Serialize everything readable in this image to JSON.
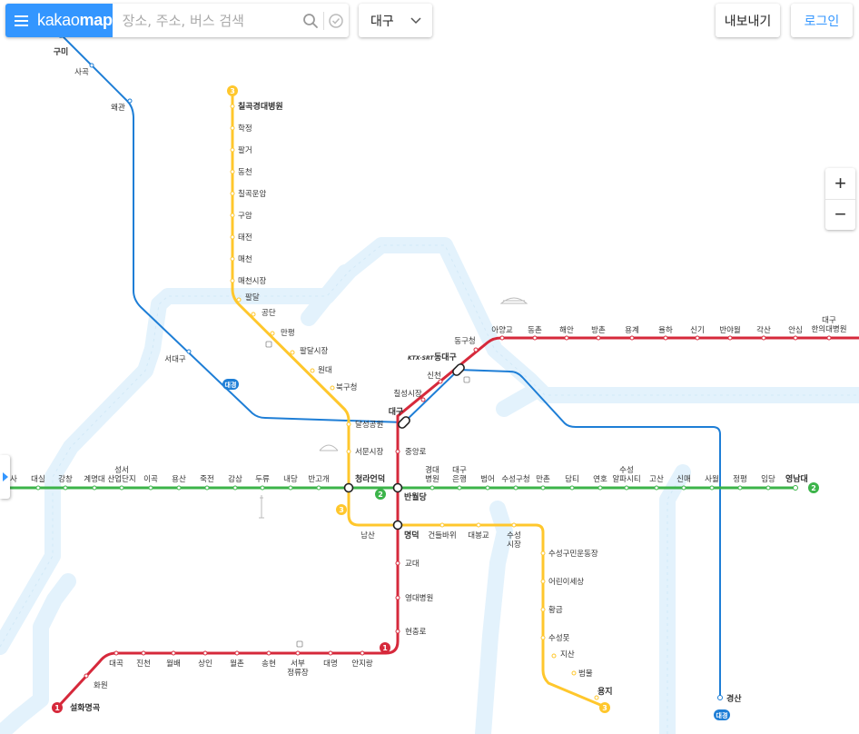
{
  "app": {
    "logo_light": "kakao",
    "logo_bold": "map",
    "search_placeholder": "장소, 주소, 버스 검색",
    "region": "대구",
    "export_label": "내보내기",
    "login_label": "로그인",
    "zoom_in": "+",
    "zoom_out": "−"
  },
  "colors": {
    "brand": "#3396ff",
    "line1": "#d6293b",
    "line2": "#3cb44a",
    "line3": "#ffc72c",
    "daegyeong": "#1e7ed6",
    "water": "#e1f1fb"
  },
  "line_badges": {
    "line1_start": "1",
    "line1_mid": "1",
    "line2_end": "2",
    "line2_mid": "2",
    "line3_start": "3",
    "line3_mid": "3",
    "line3_end": "3",
    "daegyeong_badge": "대경",
    "daegyeong_mid": "대경"
  },
  "stations": {
    "gumi": "구미",
    "sagok": "사곡",
    "waegwan": "왜관",
    "seodaegu": "서대구",
    "chilgok": "칠곡경대병원",
    "hakjeong": "학정",
    "palgeo": "팔거",
    "dongcheon": "동천",
    "chilgokunam": "칠곡운암",
    "guam": "구암",
    "taejeon": "태전",
    "maecheon": "매천",
    "maecheonsijang": "매천시장",
    "paldal": "팔달",
    "gongdan": "공단",
    "manpyeong": "만평",
    "paldalsijang": "팔달시장",
    "wondae": "원대",
    "bukgucheong": "북구청",
    "dalseong": "달성공원",
    "seomun": "서문시장",
    "namsan": "남산",
    "dongdaegu": "동대구",
    "dongdaegu_ktx": "KTX·SRT",
    "shincheon": "신천",
    "chilseong": "칠성시장",
    "daegu": "대구",
    "jungangno": "중앙로",
    "banwoldang": "반월당",
    "cheongna": "청라언덕",
    "myeongdeok": "명덕",
    "gyodae": "교대",
    "yeongdaehospital": "영대병원",
    "hyeonchungno": "현충로",
    "anjirang": "안지랑",
    "daemyeong": "대명",
    "seobu": "서부정류장",
    "songhyeon": "송현",
    "wolchon": "월촌",
    "sangin": "상인",
    "wolbae": "월배",
    "jincheon": "진천",
    "daegok": "대곡",
    "hwawon": "화원",
    "seolhwa": "설화명곡",
    "dongguchung": "동구청",
    "ayanggyo": "아양교",
    "dongchon": "동촌",
    "haean": "해안",
    "bangchon": "방촌",
    "yonggye": "용계",
    "yulha": "율하",
    "singi": "신기",
    "banyawol": "반야월",
    "gaksan": "각산",
    "ansim": "안심",
    "daeguhanui": "대구한의대병원",
    "daesil": "대실",
    "gangchang": "강창",
    "gyemyung": "계명대",
    "seongseo": "성서산업단지",
    "igok": "이곡",
    "yongsan": "용산",
    "jukjeon": "죽전",
    "gamsam": "감삼",
    "duryu": "두류",
    "naedang": "내당",
    "bangogae": "반고개",
    "gyeongdaehospital": "경대병원",
    "daeguBank": "대구은행",
    "beomeo": "범어",
    "suseonggu": "수성구청",
    "manchon": "만촌",
    "damti": "담티",
    "yeonho": "연호",
    "suseongalpa": "수성알파시티",
    "gosan": "고산",
    "sinmae": "신매",
    "sawol": "사월",
    "jeongpyeong": "정평",
    "imdang": "임당",
    "yeungnam": "영남대",
    "munyang": "사",
    "geondeul": "건들바위",
    "daebonggyo": "대봉교",
    "suseongmarket": "수성시장",
    "suseongstadium": "수성구민운동장",
    "childrenhall": "어린이세상",
    "hwanggeum": "황금",
    "suseongmot": "수성못",
    "jisan": "지산",
    "beommul": "범물",
    "yongji": "용지",
    "gyeongsan": "경산"
  }
}
